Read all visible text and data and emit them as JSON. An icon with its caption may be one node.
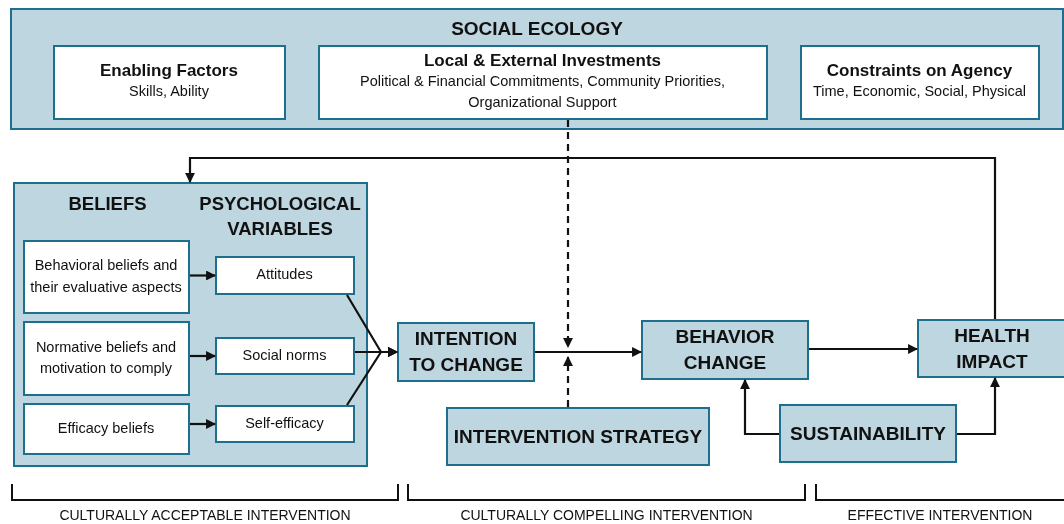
{
  "diagram": {
    "nodes": [
      {
        "text": [
          "SOCIAL ECOLOGY"
        ]
      },
      {
        "text": [
          "Enabling Factors",
          "Skills, Ability"
        ],
        "in": 0
      },
      {
        "text": [
          "Local & External Investments",
          "Political & Financial Commitments, Community Priorities, Organizational Support"
        ],
        "in": 0
      },
      {
        "text": [
          "Constraints on Agency",
          "Time, Economic, Social, Physical"
        ],
        "in": 0
      },
      {
        "text": [
          "BELIEFS",
          "PSYCHOLOGICAL VARIABLES"
        ]
      },
      {
        "text": [
          "Behavioral beliefs and their evaluative aspects"
        ],
        "in": 4
      },
      {
        "text": [
          "Normative beliefs and motivation to comply"
        ],
        "in": 4
      },
      {
        "text": [
          "Efficacy beliefs"
        ],
        "in": 4
      },
      {
        "text": [
          "Attitudes"
        ],
        "in": 4
      },
      {
        "text": [
          "Social norms"
        ],
        "in": 4
      },
      {
        "text": [
          "Self-efficacy"
        ],
        "in": 4
      },
      {
        "text": [
          "INTENTION TO CHANGE"
        ]
      },
      {
        "text": [
          "BEHAVIOR CHANGE"
        ]
      },
      {
        "text": [
          "HEALTH IMPACT"
        ]
      },
      {
        "text": [
          "INTERVENTION STRATEGY"
        ]
      },
      {
        "text": [
          "SUSTAINABILITY"
        ]
      }
    ],
    "edges": [
      {
        "from": 5,
        "to": 8,
        "arrow": "to"
      },
      {
        "from": 6,
        "to": 9,
        "arrow": "to"
      },
      {
        "from": 7,
        "to": 10,
        "arrow": "to"
      },
      {
        "from": 8,
        "to": 11,
        "arrow": "to"
      },
      {
        "from": 9,
        "to": 11,
        "arrow": "to"
      },
      {
        "from": 10,
        "to": 11,
        "arrow": "to"
      },
      {
        "from": 11,
        "to": 12,
        "arrow": "to"
      },
      {
        "from": 12,
        "to": 13,
        "arrow": "to"
      },
      {
        "from": 13,
        "to": 4,
        "arrow": "to"
      },
      {
        "from": 15,
        "to": 12,
        "arrow": "to"
      },
      {
        "from": 15,
        "to": 13,
        "arrow": "to"
      },
      {
        "from": 2,
        "to": null,
        "arrow": "to",
        "style": "dashed"
      },
      {
        "from": 14,
        "to": null,
        "arrow": "to",
        "style": "dashed"
      }
    ],
    "labels": [
      "CULTURALLY ACCEPTABLE INTERVENTION",
      "CULTURALLY COMPELLING INTERVENTION",
      "EFFECTIVE INTERVENTION"
    ]
  }
}
